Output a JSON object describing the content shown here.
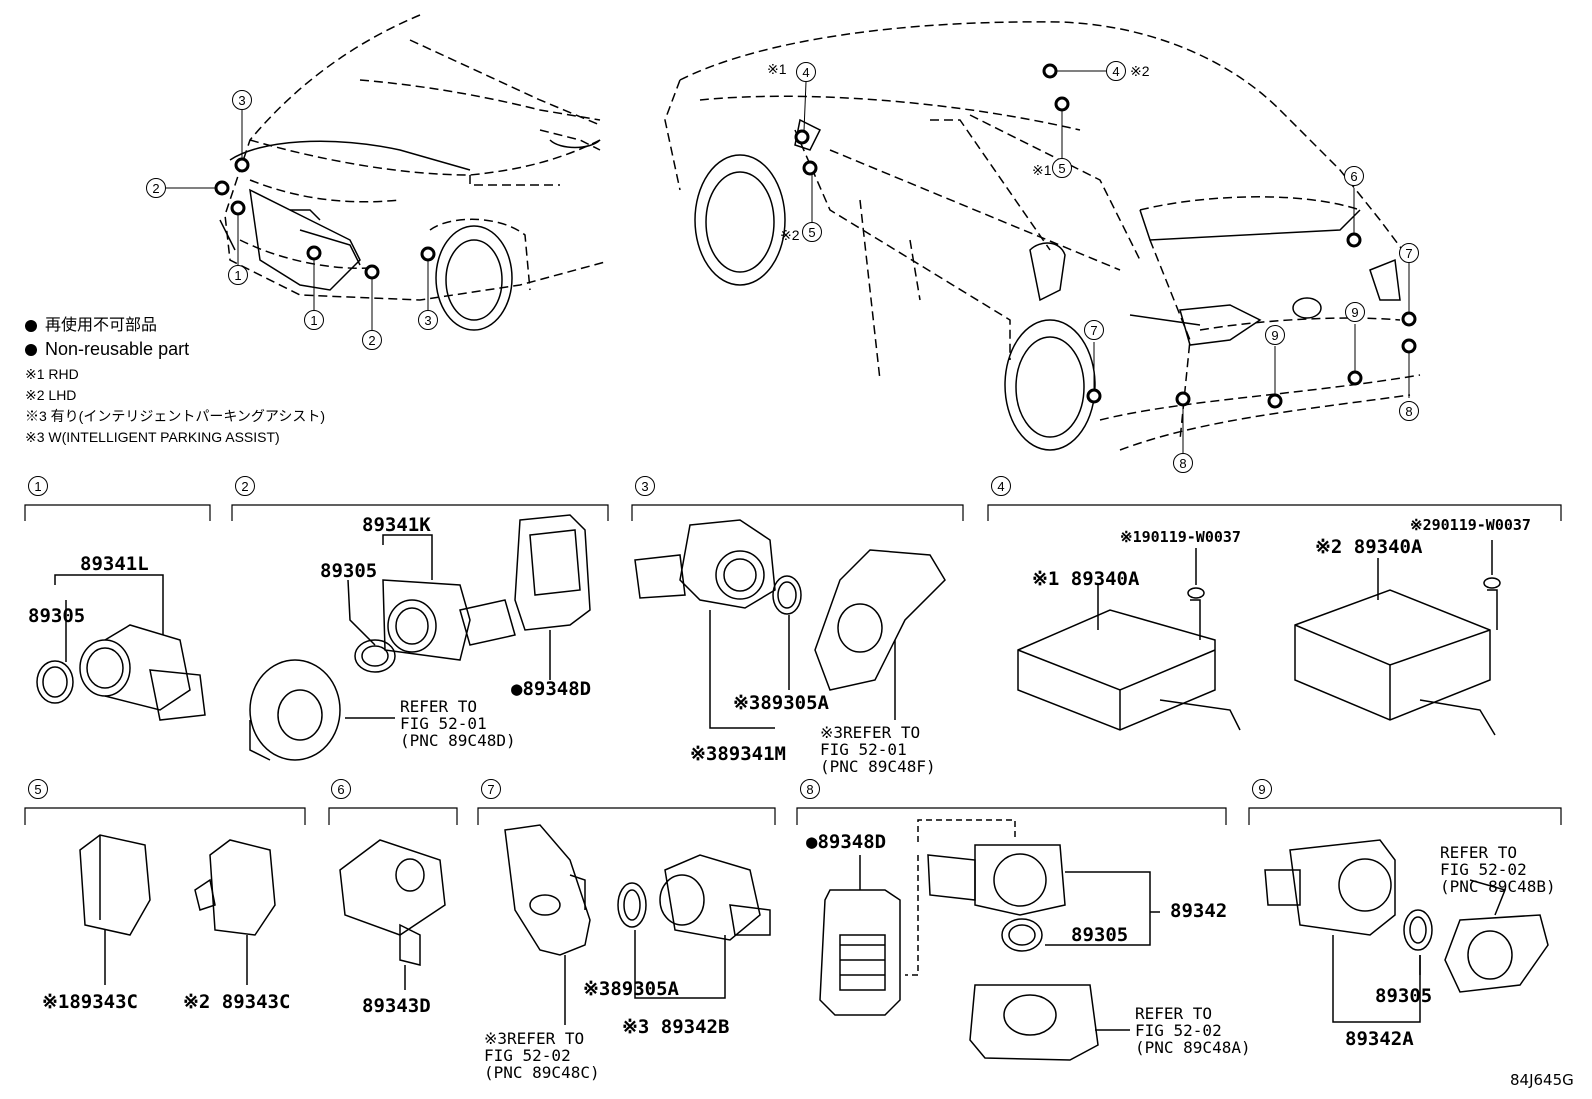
{
  "legend": {
    "ja_label": "再使用不可部品",
    "en_label": "Non-reusable part",
    "note1": "※1 RHD",
    "note2": "※2 LHD",
    "note3_ja": "※3 有り(インテリジェントパーキングアシスト)",
    "note3_en": "※3 W(INTELLIGENT PARKING ASSIST)"
  },
  "callouts": [
    "1",
    "2",
    "3",
    "4",
    "5",
    "6",
    "7",
    "8",
    "9"
  ],
  "car_marks": {
    "rhd": "※1",
    "lhd": "※2"
  },
  "group1": {
    "pn_a": "89341L",
    "pn_b": "89305"
  },
  "group2": {
    "pn_a": "89341K",
    "pn_b": "89305",
    "pn_c": "●89348D",
    "ref": "REFER TO\nFIG 52-01\n(PNC 89C48D)"
  },
  "group3": {
    "pn_a": "※389305A",
    "pn_b": "※389341M",
    "ref": "※3REFER TO\nFIG 52-01\n(PNC 89C48F)"
  },
  "group4": {
    "bolt1": "※190119-W0037",
    "bolt2": "※290119-W0037",
    "ecu1": "※1 89340A",
    "ecu2": "※2 89340A"
  },
  "group5": {
    "pn_a": "※189343C",
    "pn_b": "※2 89343C"
  },
  "group6": {
    "pn_a": "89343D"
  },
  "group7": {
    "pn_a": "※389305A",
    "pn_b": "※3 89342B",
    "ref": "※3REFER TO\nFIG 52-02\n(PNC 89C48C)"
  },
  "group8": {
    "pn_a": "●89348D",
    "pn_b": "89342",
    "pn_c": "89305",
    "ref": "REFER TO\nFIG 52-02\n(PNC 89C48A)"
  },
  "group9": {
    "pn_a": "89305",
    "pn_b": "89342A",
    "ref": "REFER TO\nFIG 52-02\n(PNC 89C48B)"
  },
  "figure_id": "84J645G"
}
